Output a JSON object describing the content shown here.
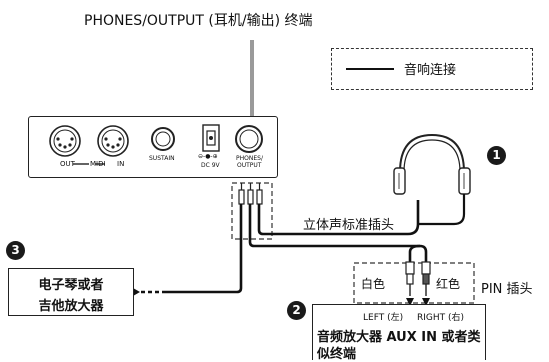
{
  "title": "PHONES/OUTPUT (耳机/输出) 终端",
  "legend": {
    "label": "音响连接"
  },
  "panel": {
    "out_label": "OUT",
    "midi_label": "MIDI",
    "in_label": "IN",
    "sustain_label": "SUSTAIN",
    "dc_symbol": "⊖-●-⊕",
    "dc_label": "DC 9V",
    "phones_label_1": "PHONES/",
    "phones_label_2": "OUTPUT"
  },
  "stereo_plug_label": "立体声标准插头",
  "pin_plug_label": "PIN 插头",
  "white_label": "白色",
  "red_label": "红色",
  "left_label": "LEFT (左)",
  "right_label": "RIGHT (右)",
  "amp_label_1": "音频放大器 AUX IN 或者类",
  "amp_label_2": "似终端",
  "keyboard_box_line1": "电子琴或者",
  "keyboard_box_line2": "吉他放大器",
  "markers": {
    "one": "1",
    "two": "2",
    "three": "3"
  }
}
